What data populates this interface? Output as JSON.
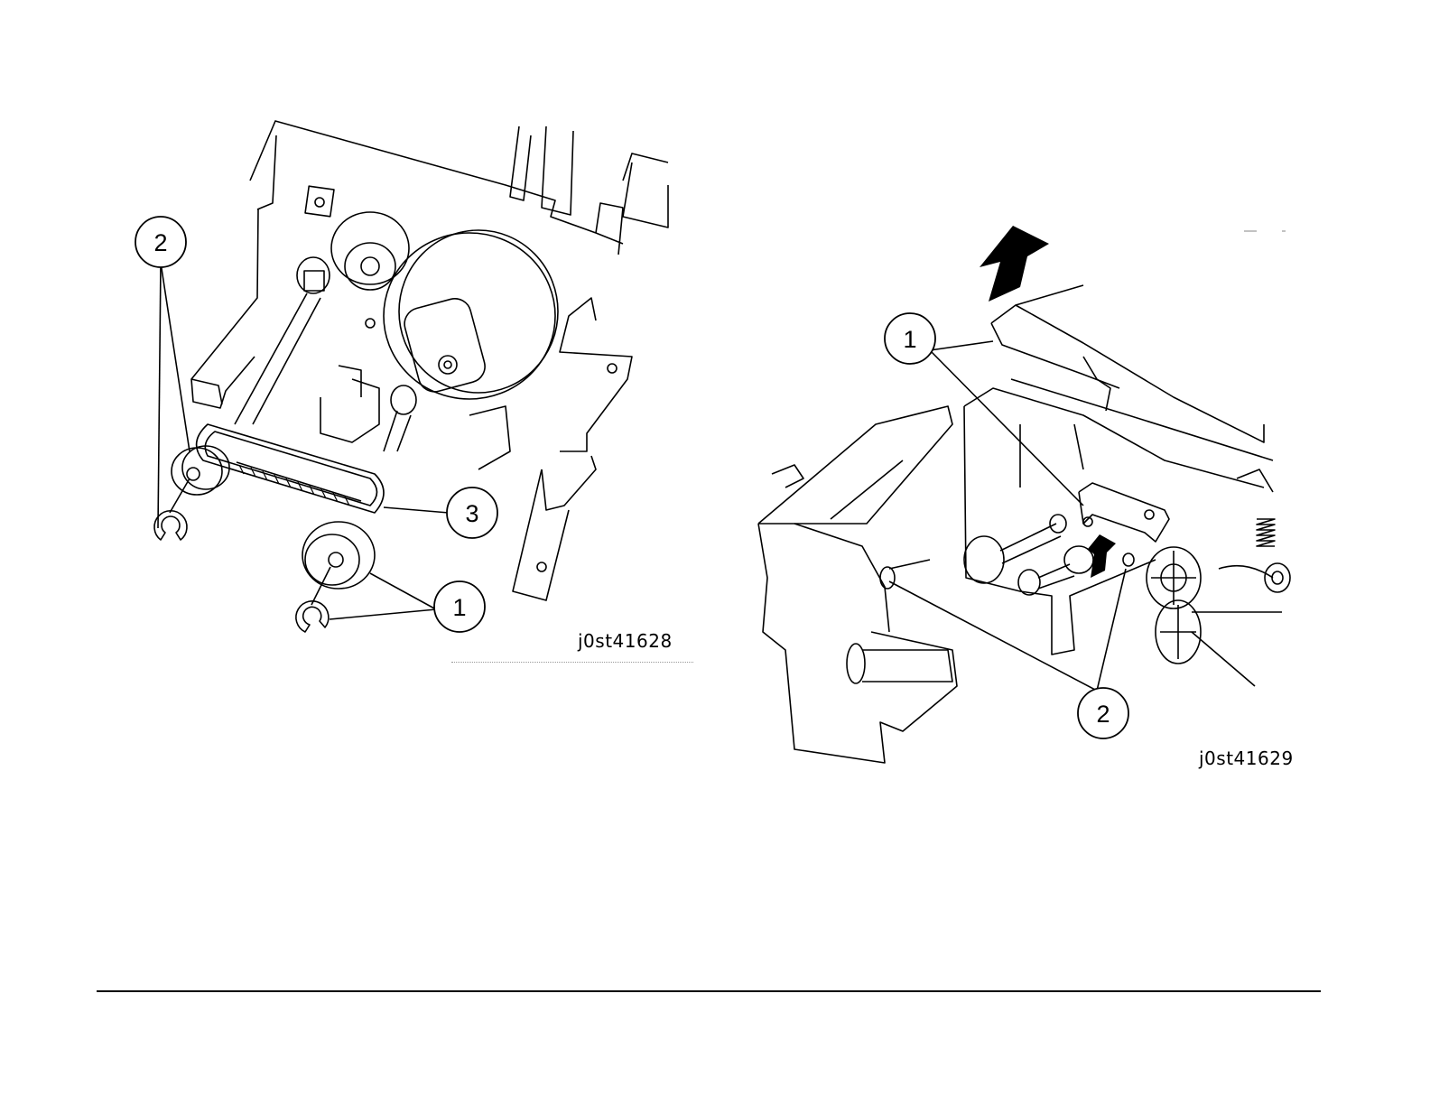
{
  "figure_left": {
    "id": "j0st41628",
    "callouts": [
      {
        "number": "2"
      },
      {
        "number": "3"
      },
      {
        "number": "1"
      }
    ]
  },
  "figure_right": {
    "id": "j0st41629",
    "callouts": [
      {
        "number": "1"
      },
      {
        "number": "2"
      }
    ]
  }
}
